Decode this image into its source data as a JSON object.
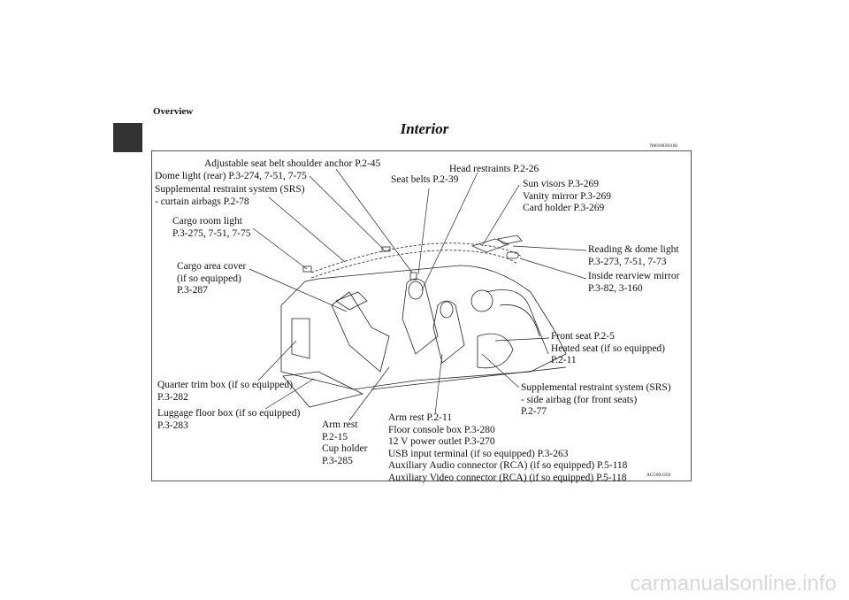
{
  "header": {
    "section": "Overview",
    "title": "Interior",
    "code": "N00100301160"
  },
  "figure_id": "AG5003350",
  "labels": {
    "shoulder_anchor": "Adjustable seat belt shoulder anchor P.2-45",
    "dome_rear": "Dome light (rear) P.3-274, 7-51, 7-75",
    "srs_curtain": [
      "Supplemental restraint system (SRS)",
      "- curtain airbags P.2-78"
    ],
    "cargo_light": [
      "Cargo room light",
      "P.3-275, 7-51, 7-75"
    ],
    "cargo_cover": [
      "Cargo area cover",
      "(if so equipped)",
      "P.3-287"
    ],
    "seat_belts": "Seat belts P.2-39",
    "head_restraints": "Head restraints P.2-26",
    "sun_visors": [
      "Sun visors P.3-269",
      "Vanity mirror P.3-269",
      "Card holder P.3-269"
    ],
    "reading_light": [
      "Reading & dome light",
      "P.3-273, 7-51, 7-73"
    ],
    "rearview_mirror": [
      "Inside rearview mirror",
      "P.3-82, 3-160"
    ],
    "front_seat": [
      "Front seat P.2-5",
      "Heated seat (if so equipped)",
      "P.2-11"
    ],
    "srs_side": [
      "Supplemental restraint system (SRS)",
      "- side airbag (for front seats)",
      "P.2-77"
    ],
    "quarter_trim": [
      "Quarter trim box (if so equipped)",
      "P.3-282"
    ],
    "luggage_floor": [
      "Luggage floor box (if so equipped)",
      "P.3-283"
    ],
    "arm_rest_rear": [
      "Arm rest",
      "P.2-15",
      "Cup holder",
      "P.3-285"
    ],
    "console": [
      "Arm rest P.2-11",
      "Floor console box P.3-280",
      "12 V power outlet P.3-270",
      "USB input terminal (if so equipped) P.3-263",
      "Auxiliary Audio connector (RCA) (if so equipped) P.5-118",
      "Auxiliary Video connector (RCA) (if so equipped) P.5-118"
    ]
  },
  "watermark": "carmanualsonline.info"
}
